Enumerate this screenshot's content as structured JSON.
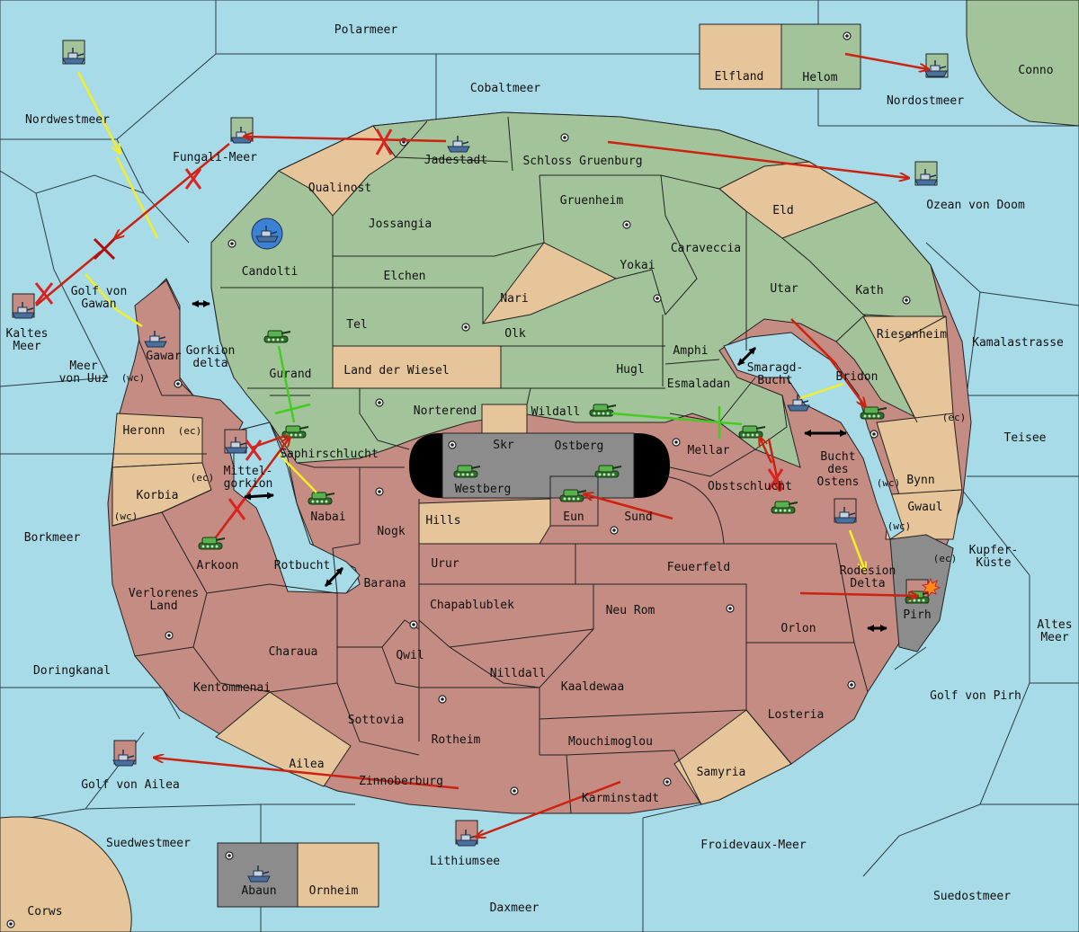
{
  "colors": {
    "sea": "#a8dbe8",
    "green_player": "#a3c49a",
    "red_player": "#c48c82",
    "neutral": "#e6c59a",
    "gray_player": "#8c8c8c",
    "order_arrow": "#cc2211",
    "support_yellow": "#f5ee22",
    "support_green": "#44cc22",
    "convoy_black": "#000000"
  },
  "sea_regions": [
    {
      "id": "polarmeer",
      "label": "Polarmeer"
    },
    {
      "id": "cobaltmeer",
      "label": "Cobaltmeer"
    },
    {
      "id": "nordwestmeer",
      "label": "Nordwestmeer"
    },
    {
      "id": "fungali",
      "label": "Fungali-Meer"
    },
    {
      "id": "nordostmeer",
      "label": "Nordostmeer"
    },
    {
      "id": "ozean",
      "label": "Ozean von Doom"
    },
    {
      "id": "kaltes",
      "label": "Kaltes Meer"
    },
    {
      "id": "golf-gawan",
      "label": "Golf von Gawan"
    },
    {
      "id": "uuz",
      "label": "Meer von Uuz"
    },
    {
      "id": "gorkion-delta",
      "label": "Gorkion delta"
    },
    {
      "id": "mittelgorkion",
      "label": "Mittel-gorkion"
    },
    {
      "id": "rotbucht",
      "label": "Rotbucht"
    },
    {
      "id": "borkmeer",
      "label": "Borkmeer"
    },
    {
      "id": "doringkanal",
      "label": "Doringkanal"
    },
    {
      "id": "golf-ailea",
      "label": "Golf von Ailea"
    },
    {
      "id": "suedwestmeer",
      "label": "Suedwestmeer"
    },
    {
      "id": "lithiumsee",
      "label": "Lithiumsee"
    },
    {
      "id": "froidevaux",
      "label": "Froidevaux-Meer"
    },
    {
      "id": "daxmeer",
      "label": "Daxmeer"
    },
    {
      "id": "suedostmeer",
      "label": "Suedostmeer"
    },
    {
      "id": "golf-pirh",
      "label": "Golf von Pirh"
    },
    {
      "id": "altes-meer",
      "label": "Altes Meer"
    },
    {
      "id": "kupferkueste",
      "label": "Kupfer-Küste"
    },
    {
      "id": "teisee",
      "label": "Teisee"
    },
    {
      "id": "kamalastrasse",
      "label": "Kamalastrasse"
    },
    {
      "id": "smaragdbucht",
      "label": "Smaragd-Bucht"
    },
    {
      "id": "bucht-ostens",
      "label": "Bucht des Ostens"
    },
    {
      "id": "rodesion",
      "label": "Rodesion Delta"
    }
  ],
  "land_regions": [
    {
      "id": "conno",
      "label": "Conno"
    },
    {
      "id": "corws",
      "label": "Corws"
    },
    {
      "id": "elfland",
      "label": "Elfland"
    },
    {
      "id": "helom",
      "label": "Helom"
    },
    {
      "id": "jadestadt",
      "label": "Jadestadt"
    },
    {
      "id": "schloss",
      "label": "Schloss Gruenburg"
    },
    {
      "id": "qualinost",
      "label": "Qualinost"
    },
    {
      "id": "jossangia",
      "label": "Jossangia"
    },
    {
      "id": "gruenheim",
      "label": "Gruenheim"
    },
    {
      "id": "eld",
      "label": "Eld"
    },
    {
      "id": "candolti",
      "label": "Candolti"
    },
    {
      "id": "elchen",
      "label": "Elchen"
    },
    {
      "id": "caraveccia",
      "label": "Caraveccia"
    },
    {
      "id": "yokai",
      "label": "Yokai"
    },
    {
      "id": "nari",
      "label": "Nari"
    },
    {
      "id": "utar",
      "label": "Utar"
    },
    {
      "id": "kath",
      "label": "Kath"
    },
    {
      "id": "tel",
      "label": "Tel"
    },
    {
      "id": "olk",
      "label": "Olk"
    },
    {
      "id": "amphi",
      "label": "Amphi"
    },
    {
      "id": "riesenheim",
      "label": "Riesenheim"
    },
    {
      "id": "gawar",
      "label": "Gawar"
    },
    {
      "id": "gurand",
      "label": "Gurand"
    },
    {
      "id": "wiesel",
      "label": "Land der Wiesel"
    },
    {
      "id": "hugl",
      "label": "Hugl"
    },
    {
      "id": "esmaladan",
      "label": "Esmaladan"
    },
    {
      "id": "bridon",
      "label": "Bridon"
    },
    {
      "id": "norterend",
      "label": "Norterend"
    },
    {
      "id": "wildall",
      "label": "Wildall"
    },
    {
      "id": "heronn",
      "label": "Heronn"
    },
    {
      "id": "skr",
      "label": "Skr"
    },
    {
      "id": "ostberg",
      "label": "Ostberg"
    },
    {
      "id": "mellar",
      "label": "Mellar"
    },
    {
      "id": "saphir",
      "label": "Saphirschlucht"
    },
    {
      "id": "westberg",
      "label": "Westberg"
    },
    {
      "id": "obstschlucht",
      "label": "Obstschlucht"
    },
    {
      "id": "bynn",
      "label": "Bynn"
    },
    {
      "id": "korbia",
      "label": "Korbia"
    },
    {
      "id": "nabai",
      "label": "Nabai"
    },
    {
      "id": "hills",
      "label": "Hills"
    },
    {
      "id": "eun",
      "label": "Eun"
    },
    {
      "id": "sund",
      "label": "Sund"
    },
    {
      "id": "gwaul",
      "label": "Gwaul"
    },
    {
      "id": "nogk",
      "label": "Nogk"
    },
    {
      "id": "arkoon",
      "label": "Arkoon"
    },
    {
      "id": "urur",
      "label": "Urur"
    },
    {
      "id": "feuerfeld",
      "label": "Feuerfeld"
    },
    {
      "id": "barana",
      "label": "Barana"
    },
    {
      "id": "pirh",
      "label": "Pirh"
    },
    {
      "id": "verlorenes",
      "label": "Verlorenes Land"
    },
    {
      "id": "chapa",
      "label": "Chapablublek"
    },
    {
      "id": "neurom",
      "label": "Neu Rom"
    },
    {
      "id": "orlon",
      "label": "Orlon"
    },
    {
      "id": "charaua",
      "label": "Charaua"
    },
    {
      "id": "qwil",
      "label": "Qwil"
    },
    {
      "id": "nilldall",
      "label": "Nilldall"
    },
    {
      "id": "kentom",
      "label": "Kentommenai"
    },
    {
      "id": "kaaldewaa",
      "label": "Kaaldewaa"
    },
    {
      "id": "losteria",
      "label": "Losteria"
    },
    {
      "id": "sottovia",
      "label": "Sottovia"
    },
    {
      "id": "rotheim",
      "label": "Rotheim"
    },
    {
      "id": "mouchi",
      "label": "Mouchimoglou"
    },
    {
      "id": "ailea",
      "label": "Ailea"
    },
    {
      "id": "samyria",
      "label": "Samyria"
    },
    {
      "id": "zinnober",
      "label": "Zinnoberburg"
    },
    {
      "id": "karmin",
      "label": "Karminstadt"
    },
    {
      "id": "abaun",
      "label": "Abaun"
    },
    {
      "id": "ornheim",
      "label": "Ornheim"
    }
  ],
  "coast_tags": {
    "wc": "(wc)",
    "ec": "(ec)"
  },
  "units": [
    {
      "type": "fleet",
      "owner": "green",
      "location": "Nordwestmeer"
    },
    {
      "type": "fleet",
      "owner": "green",
      "location": "Fungali-Meer"
    },
    {
      "type": "fleet",
      "owner": "green",
      "location": "Jadestadt"
    },
    {
      "type": "fleet",
      "owner": "green",
      "location": "Nordostmeer"
    },
    {
      "type": "fleet",
      "owner": "green",
      "location": "Ozean von Doom"
    },
    {
      "type": "fleet",
      "owner": "green",
      "location": "Candolti"
    },
    {
      "type": "fleet",
      "owner": "green",
      "location": "Gawar"
    },
    {
      "type": "fleet",
      "owner": "green",
      "location": "Smaragd-Bucht"
    },
    {
      "type": "fleet",
      "owner": "green",
      "location": "Abaun"
    },
    {
      "type": "fleet",
      "owner": "red",
      "location": "Kaltes Meer"
    },
    {
      "type": "fleet",
      "owner": "red",
      "location": "Mittelgorkion"
    },
    {
      "type": "fleet",
      "owner": "red",
      "location": "Bucht des Ostens"
    },
    {
      "type": "fleet",
      "owner": "red",
      "location": "Golf von Ailea"
    },
    {
      "type": "fleet",
      "owner": "red",
      "location": "Lithiumsee"
    },
    {
      "type": "army",
      "owner": "green",
      "location": "Gurand"
    },
    {
      "type": "army",
      "owner": "green",
      "location": "Saphirschlucht"
    },
    {
      "type": "army",
      "owner": "green",
      "location": "Nabai"
    },
    {
      "type": "army",
      "owner": "green",
      "location": "Arkoon"
    },
    {
      "type": "army",
      "owner": "green",
      "location": "Westberg"
    },
    {
      "type": "army",
      "owner": "green",
      "location": "Ostberg"
    },
    {
      "type": "army",
      "owner": "green",
      "location": "Eun"
    },
    {
      "type": "army",
      "owner": "green",
      "location": "Wildall"
    },
    {
      "type": "army",
      "owner": "green",
      "location": "Mellar"
    },
    {
      "type": "army",
      "owner": "green",
      "location": "Obstschlucht"
    },
    {
      "type": "army",
      "owner": "green",
      "location": "Bridon"
    },
    {
      "type": "army",
      "owner": "green",
      "location": "Pirh"
    }
  ]
}
